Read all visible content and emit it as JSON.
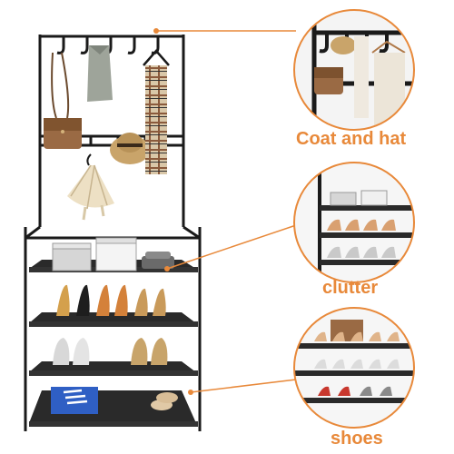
{
  "labels": {
    "coat_and_hat": "Coat and hat",
    "clutter": "clutter",
    "shoes": "shoes"
  },
  "colors": {
    "accent": "#e8893a",
    "frame": "#1a1a1a",
    "fabric": "#2a2a2a"
  },
  "icons": [
    "umbrella-icon",
    "handbag-icon",
    "hat-icon",
    "scarf-icon",
    "shoebox-icon",
    "hanger-icon"
  ]
}
